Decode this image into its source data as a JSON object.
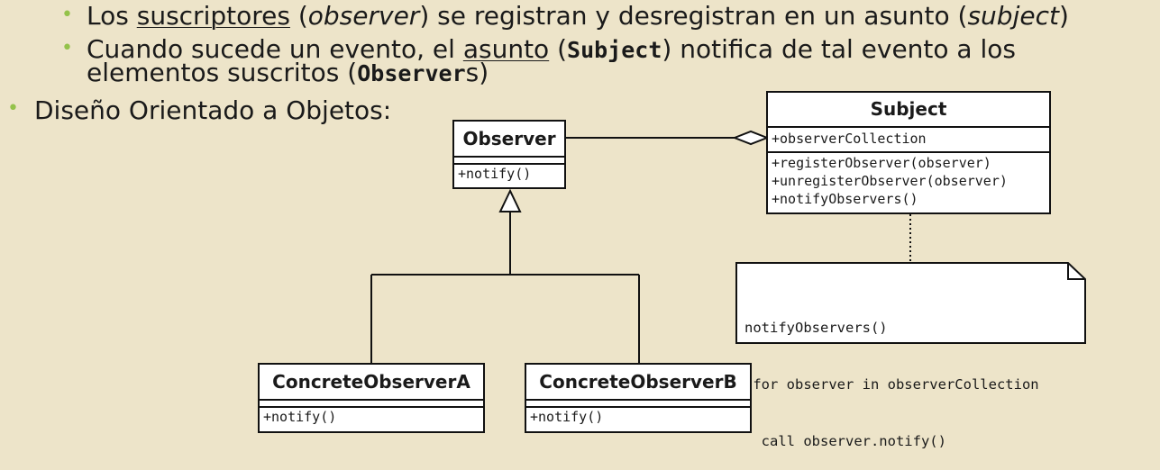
{
  "bullets": {
    "line1": {
      "p1": "Los ",
      "u1": "suscriptores",
      "p2": " (",
      "i1": "observer",
      "p3": ") se registran y desregistran en un asunto (",
      "i2": "subject",
      "p4": ")"
    },
    "line2": {
      "p1": "Cuando sucede un evento, el ",
      "u1": "asunto",
      "p2": " (",
      "m1": "Subject",
      "p3": ") notifica de tal evento a los"
    },
    "line3": {
      "p1": "elementos suscritos (",
      "m1": "Observer",
      "p2": "s)"
    },
    "main": "Diseño Orientado a Objetos:"
  },
  "diagram": {
    "observer": {
      "name": "Observer",
      "method": "+notify()"
    },
    "subject": {
      "name": "Subject",
      "attribute": "+observerCollection",
      "methods": [
        "+registerObserver(observer)",
        "+unregisterObserver(observer)",
        "+notifyObservers()"
      ]
    },
    "concrete_a": {
      "name": "ConcreteObserverA",
      "method": "+notify()"
    },
    "concrete_b": {
      "name": "ConcreteObserverB",
      "method": "+notify()"
    },
    "note": {
      "lines": [
        "notifyObservers()",
        " for observer in observerCollection",
        "  call observer.notify()"
      ]
    }
  },
  "colors": {
    "background": "#ede4c9",
    "bullet": "#94c24a",
    "stroke": "#111111"
  }
}
